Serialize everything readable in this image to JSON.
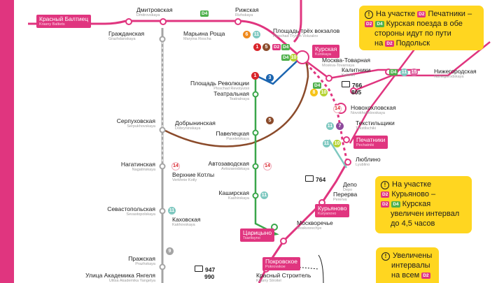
{
  "stations": {
    "krasny_baltiets": {
      "name": "Красный Балтиец",
      "latin": "Krasny Baltiets"
    },
    "dmitrovskaya": {
      "name": "Дмитровская",
      "latin": "Dmitrovskaya"
    },
    "rizhskaya": {
      "name": "Рижская",
      "latin": "Rizhskaya"
    },
    "grazhdanskaya": {
      "name": "Гражданская",
      "latin": "Grazhdanskaya"
    },
    "maryina_roshcha": {
      "name": "Марьина Роща",
      "latin": "Maryina Roscha"
    },
    "ploshchad_tryokh_vokzalov": {
      "name": "Площадь трёх вокзалов",
      "latin": "Ploschad Tryokh Vokzalov"
    },
    "kurskaya": {
      "name": "Курская",
      "latin": "Kurskaya"
    },
    "moskva_tovarnaya": {
      "name": "Москва-Товарная",
      "latin": "Moskva-Tovarnaya"
    },
    "kalitniki": {
      "name": "Калитники",
      "latin": "Kalitniki"
    },
    "nizhegorodskaya": {
      "name": "Нижегородская",
      "latin": "Nizhegorodskaya"
    },
    "ploshchad_revolyutsii": {
      "name": "Площадь Революции",
      "latin": "Ploschad Revolyutsii"
    },
    "teatralnaya": {
      "name": "Театральная",
      "latin": "Teatralnaya"
    },
    "novokhokhlovskaya": {
      "name": "Новохохловская",
      "latin": "Novokhokhlovskaya"
    },
    "serpukhovskaya": {
      "name": "Серпуховская",
      "latin": "Serpukhovskaya"
    },
    "dobryninskaya": {
      "name": "Добрынинская",
      "latin": "Dobryninskaya"
    },
    "paveletskaya": {
      "name": "Павелецкая",
      "latin": "Paveletskaya"
    },
    "tekstilshchiki": {
      "name": "Текстильщики",
      "latin": "Tekstilschiki"
    },
    "pechatniki": {
      "name": "Печатники",
      "latin": "Pechatniki"
    },
    "nagatinskaya": {
      "name": "Нагатинская",
      "latin": "Nagatinskaya"
    },
    "verkhnie_kotly": {
      "name": "Верхние Котлы",
      "latin": "Verkhnie Kotly"
    },
    "avtozavodskaya": {
      "name": "Автозаводская",
      "latin": "Avtozavodskaya"
    },
    "lyublino": {
      "name": "Люблино",
      "latin": "Lyublino"
    },
    "kashirskaya": {
      "name": "Каширская",
      "latin": "Kashirskaya"
    },
    "depo": {
      "name": "Депо",
      "latin": "Depo"
    },
    "perervа": {
      "name": "Перерва",
      "latin": "Pererva"
    },
    "sevastopolskaya": {
      "name": "Севастопольская",
      "latin": "Sevastopolskaya"
    },
    "kakhovskaya": {
      "name": "Каховская",
      "latin": "Kakhovskaya"
    },
    "kuryanovo": {
      "name": "Курьяново",
      "latin": "Kuryanovo"
    },
    "moskvorechye": {
      "name": "Москворечье",
      "latin": "Moskvorechye"
    },
    "tsaritsyno": {
      "name": "Царицыно",
      "latin": "Tsaritsyno"
    },
    "prazhskaya": {
      "name": "Пражская",
      "latin": "Prazhskaya"
    },
    "pokrovskoe": {
      "name": "Покровское",
      "latin": "Pokrovskoe"
    },
    "ulitsa_akademika_yangelya": {
      "name": "Улица Академика Янгеля",
      "latin": "Ulitsa Akademika Yangelya"
    },
    "krasny_stroitel": {
      "name": "Красный Строитель",
      "latin": "Krasny Stroitel"
    }
  },
  "badges": {
    "b6": "6",
    "b11": "11",
    "b1": "1",
    "b5": "5",
    "b3": "3",
    "b10": "10",
    "b15": "15",
    "b8": "8",
    "b14": "14",
    "b7": "7",
    "b9": "9",
    "d2": "D2",
    "d4": "D4"
  },
  "buses": {
    "b766": "766",
    "b805": "805",
    "b764": "764",
    "b947": "947",
    "b990": "990"
  },
  "notes": {
    "n1_l1a": "На участке",
    "n1_l1b": "Печатники –",
    "n1_l2": "Курская поезда в обе",
    "n1_l3": "стороны идут по пути",
    "n1_l4a": "на",
    "n1_l4b": "Подольск",
    "n2_l1": "На участке",
    "n2_l2": "Курьяново –",
    "n2_l3": "Курская",
    "n2_l4": "увеличен интервал",
    "n2_l5": "до 4,5 часов",
    "n3_l1": "Увеличены",
    "n3_l2": "интервалы",
    "n3_l3": "на всем"
  },
  "colors": {
    "mcd2": "#e0357f",
    "mcd4": "#4eb04b",
    "line1": "#d9252b",
    "line3": "#1b65b0",
    "line5": "#8b4b2b",
    "line6": "#ef8a1e",
    "line7": "#8e4a9c",
    "line8": "#f6c318",
    "line9": "#a4a4a4",
    "line10": "#b5d334",
    "line11": "#7ec8c0",
    "line14": "#f0a9b8",
    "line15": "#de64a1",
    "line2": "#3aa64a",
    "note_bg": "#ffd620",
    "left_bar": "#e0357f"
  }
}
